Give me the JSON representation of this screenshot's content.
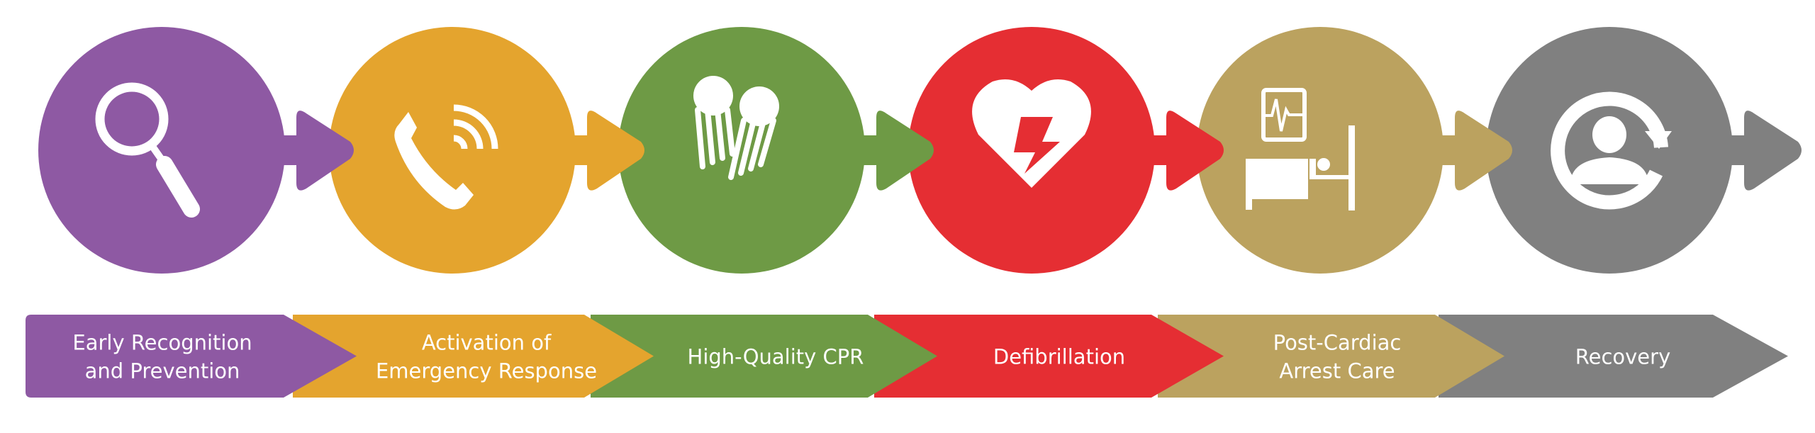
{
  "steps": [
    {
      "label_lines": [
        "Early Recognition",
        "and Prevention"
      ],
      "icon": "magnifier-icon",
      "color": "#8E59A3"
    },
    {
      "label_lines": [
        "Activation of",
        "Emergency Response"
      ],
      "icon": "phone-icon",
      "color": "#E4A42E"
    },
    {
      "label_lines": [
        "High-Quality CPR"
      ],
      "icon": "cpr-hands-icon",
      "color": "#6E9A45"
    },
    {
      "label_lines": [
        "Defibrillation"
      ],
      "icon": "heart-lightning-icon",
      "color": "#E52E33"
    },
    {
      "label_lines": [
        "Post-Cardiac",
        "Arrest Care"
      ],
      "icon": "hospital-bed-monitor-icon",
      "color": "#BBA25F"
    },
    {
      "label_lines": [
        "Recovery"
      ],
      "icon": "person-recovery-cycle-icon",
      "color": "#808080"
    }
  ]
}
